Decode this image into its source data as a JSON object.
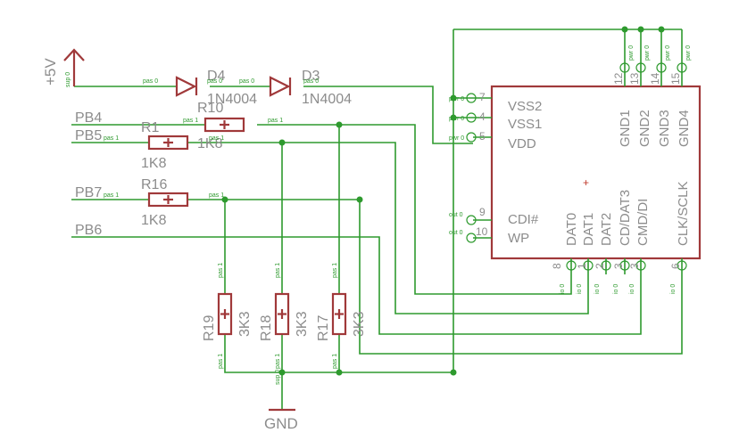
{
  "power": {
    "vcc": "+5V",
    "gnd": "GND",
    "vcc_pin": "sup 0",
    "gnd_pin": "sup 0"
  },
  "nets": [
    "PB4",
    "PB5",
    "PB7",
    "PB6"
  ],
  "diodes": [
    {
      "name": "D4",
      "value": "1N4004"
    },
    {
      "name": "D3",
      "value": "1N4004"
    }
  ],
  "resistors": [
    {
      "name": "R10",
      "value": "1K8"
    },
    {
      "name": "R1",
      "value": "1K8"
    },
    {
      "name": "R16",
      "value": "1K8"
    },
    {
      "name": "R19",
      "value": "3K3"
    },
    {
      "name": "R18",
      "value": "3K3"
    },
    {
      "name": "R17",
      "value": "3K3"
    }
  ],
  "card": {
    "left_pins": [
      {
        "num": "7",
        "name": "VSS2",
        "dir": "pwr 0"
      },
      {
        "num": "4",
        "name": "VSS1",
        "dir": "pwr 0"
      },
      {
        "num": "5",
        "name": "VDD",
        "dir": "pwr 0"
      },
      {
        "num": "9",
        "name": "CDI#",
        "dir": "out 0"
      },
      {
        "num": "10",
        "name": "WP",
        "dir": "out 0"
      }
    ],
    "top_pins": [
      {
        "num": "12",
        "name": "GND1",
        "dir": "pwr 0"
      },
      {
        "num": "13",
        "name": "GND2",
        "dir": "pwr 0"
      },
      {
        "num": "14",
        "name": "GND3",
        "dir": "pwr 0"
      },
      {
        "num": "15",
        "name": "GND4",
        "dir": "pwr 0"
      }
    ],
    "bottom_pins": [
      {
        "num": "8",
        "name": "DAT0",
        "dir": "io 0"
      },
      {
        "num": "1",
        "name": "DAT1",
        "dir": "io 0"
      },
      {
        "num": "2",
        "name": "DAT2",
        "dir": "io 0"
      },
      {
        "num": "3",
        "name": "CD/DAT3",
        "dir": "io 0"
      },
      {
        "num": "3",
        "name": "CMD/DI",
        "dir": "io 0"
      },
      {
        "num": "6",
        "name": "CLK/SCLK",
        "dir": "io 0"
      }
    ]
  },
  "pin_tags": {
    "pas0": "pas 0",
    "pas1": "pas 1"
  }
}
